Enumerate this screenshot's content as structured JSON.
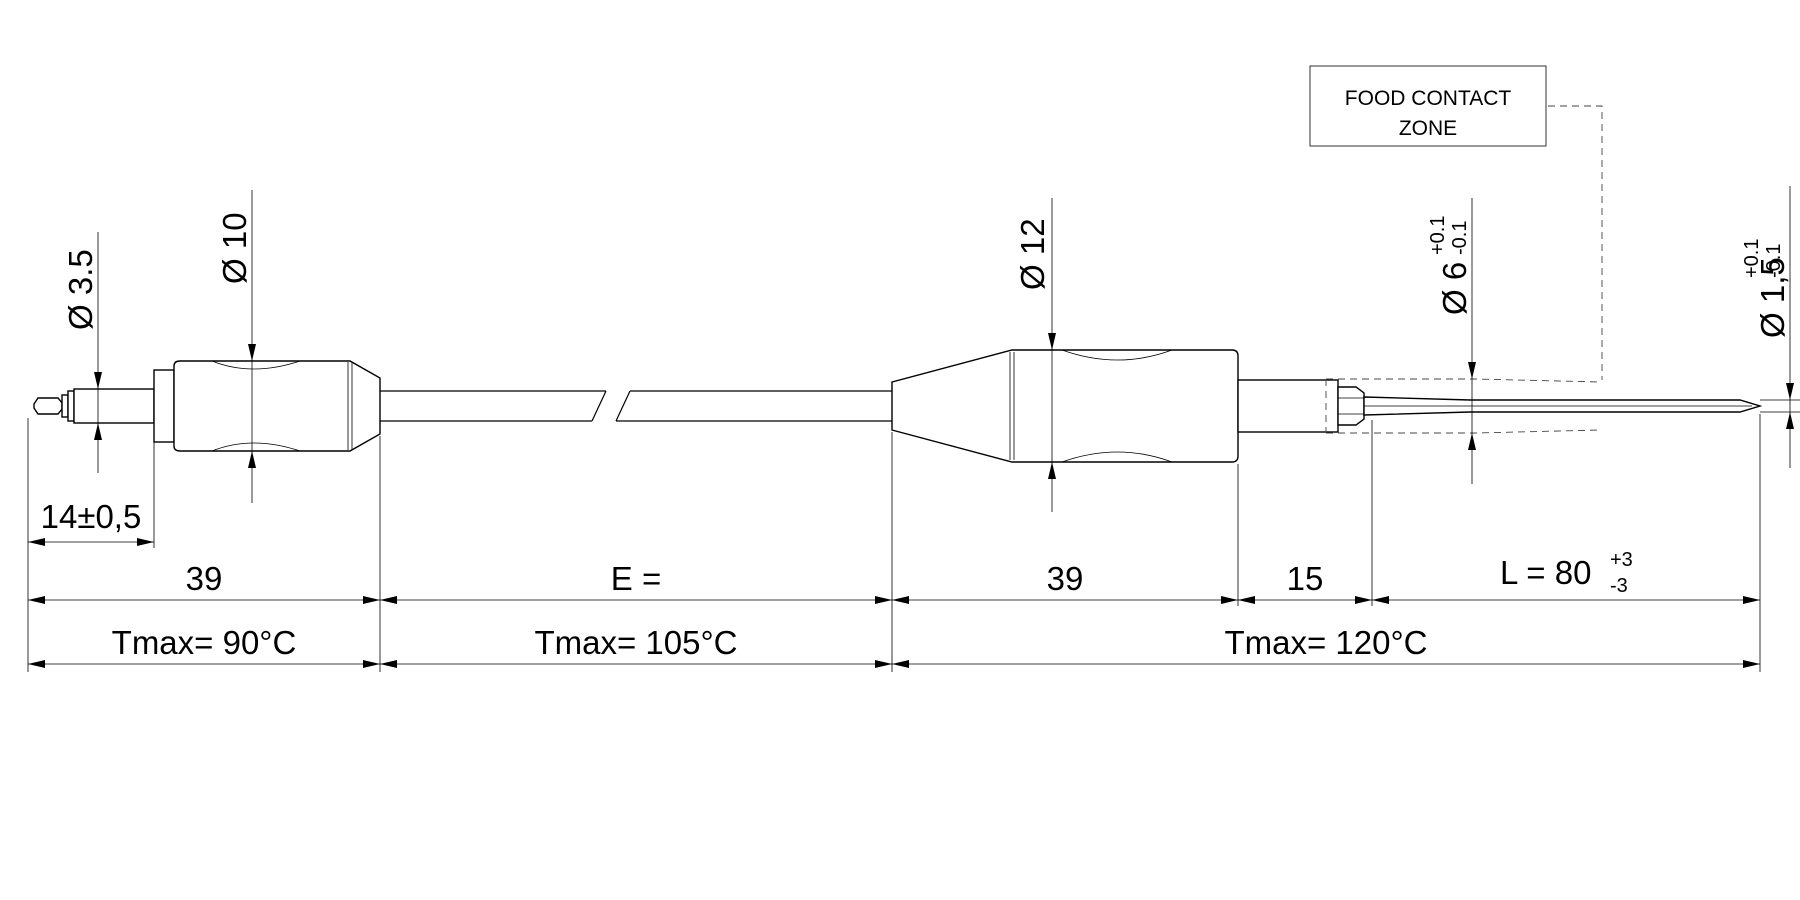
{
  "labels": {
    "food_contact_line1": "FOOD CONTACT",
    "food_contact_line2": "ZONE",
    "dia_plug": "Ø 3.5",
    "dia_connector": "Ø 10",
    "dia_handle": "Ø 12",
    "dia_sleeve": "Ø 6",
    "dia_sleeve_tol_upper": "+0.1",
    "dia_sleeve_tol_lower": "-0.1",
    "dia_probe": "Ø 1,5",
    "dia_probe_tol_upper": "+0.1",
    "dia_probe_tol_lower": "-0.1",
    "plug_length": "14±0,5",
    "connector_length": "39",
    "cable_length": "E =",
    "handle_length": "39",
    "sleeve_length": "15",
    "probe_length": "L = 80",
    "probe_length_tol_upper": "+3",
    "probe_length_tol_lower": "-3",
    "tmax_connector": "Tmax= 90°C",
    "tmax_cable": "Tmax= 105°C",
    "tmax_probe": "Tmax= 120°C"
  }
}
